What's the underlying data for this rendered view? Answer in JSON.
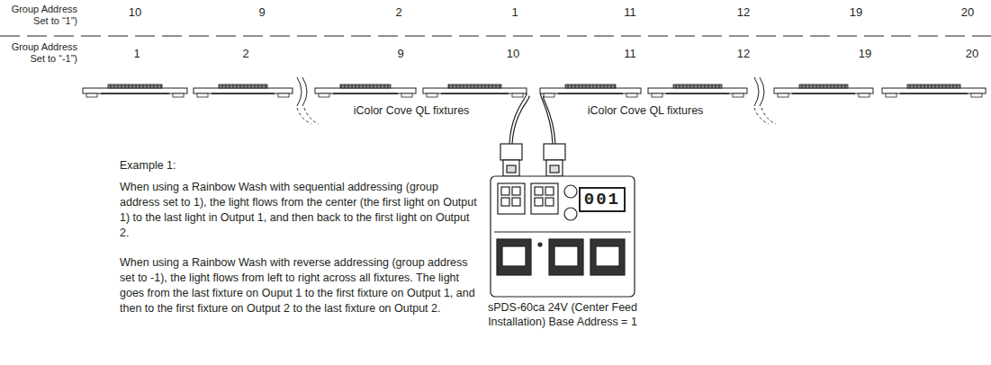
{
  "diagram": {
    "nodes": [
      {
        "text": [
          "001",
          "sPDS-60ca 24V (Center Feed Installation) Base Address = 1"
        ]
      }
    ],
    "labels": [
      "Group Address Set to “1”)",
      "10",
      "9",
      "2",
      "1",
      "11",
      "12",
      "19",
      "20",
      "Group Address Set to “-1”)",
      "1",
      "2",
      "9",
      "10",
      "11",
      "12",
      "19",
      "20",
      "iColor Cove QL fixtures",
      "iColor Cove QL fixtures",
      "Example 1:",
      "When using a Rainbow Wash with sequential addressing (group address set to 1), the light flows from the center (the first light on Output 1) to the last light in Output 1, and then back to the first light on Output 2.",
      "When using a Rainbow Wash with reverse addressing (group address set to -1), the light flows from left to right across all fixtures. The light goes from the last fixture on Ouput 1 to the first fixture on Output 1, and then to the first fixture on Output 2 to the last fixture on Output 2."
    ]
  }
}
